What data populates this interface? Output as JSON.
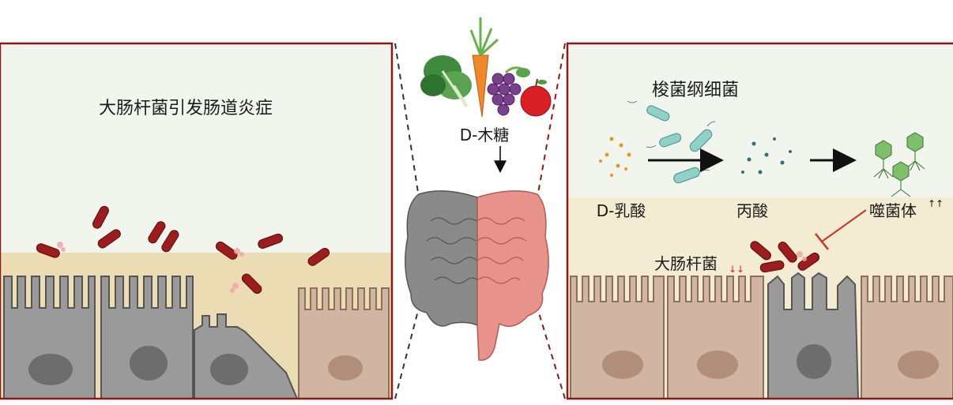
{
  "left_panel": {
    "title": "大肠杆菌引发肠道炎症"
  },
  "center": {
    "food_label": "D-木糖"
  },
  "right_panel": {
    "bacteria_label": "梭菌纲细菌",
    "lactate_label": "D-乳酸",
    "propionate_label": "丙酸",
    "phage_label": "噬菌体",
    "phage_arrows": "↑↑",
    "ecoli_label": "大肠杆菌",
    "ecoli_arrows": "↓↓"
  },
  "colors": {
    "panel_border": "#8b1a1a",
    "lumen_bg": "#f2f5ee",
    "mucus_left": "#ecdcb4",
    "mucus_right": "#f3ecd2",
    "cell_gray": "#9a9a9a",
    "cell_gray_stroke": "#555555",
    "cell_tan": "#cfb5a2",
    "cell_tan_stroke": "#8e6f5c",
    "bacteria_red": "#9b1d1d",
    "bacteria_teal": "#8fd0c8",
    "phage_green": "#7fbf6a",
    "inhibit_red": "#c0392b",
    "down_arrow_red": "#d62020"
  }
}
